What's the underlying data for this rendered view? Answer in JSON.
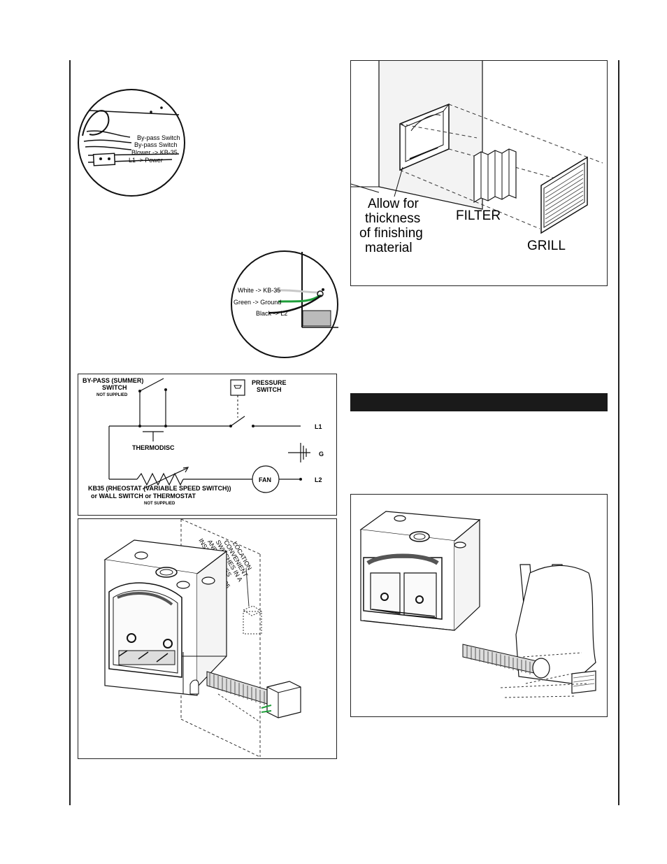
{
  "callout_wires_top": {
    "labels": [
      "By-pass Switch",
      "By-pass Switch",
      "Blower -> KB-35",
      "L1 -> Power"
    ]
  },
  "callout_wires_bottom": {
    "labels": [
      "White -> KB-35",
      "Green -> Ground",
      "Black -> L2"
    ]
  },
  "schematic": {
    "bypass_title": "BY-PASS (SUMMER)",
    "bypass_sub": "SWITCH",
    "bypass_note": "NOT SUPPLIED",
    "pressure_title": "PRESSURE",
    "pressure_sub": "SWITCH",
    "thermodisc": "THERMODISC",
    "l1": "L1",
    "g": "G",
    "l2": "L2",
    "fan": "FAN",
    "kb35_line1": "KB35 (RHEOSTAT (VARIABLE SPEED SWITCH))",
    "kb35_line2": "or WALL SWITCH or THERMOSTAT",
    "kb35_note": "NOT SUPPLIED"
  },
  "install_figure": {
    "note_lines": [
      "INSTALL THE KB35",
      "AND BY-PASS",
      "SWITCHES IN A",
      "CONVENIENT",
      "LOCATION"
    ]
  },
  "grill_figure": {
    "allow_lines": [
      "Allow for",
      "thickness",
      "of finishing",
      "material"
    ],
    "filter": "FILTER",
    "grill": "GRILL"
  }
}
